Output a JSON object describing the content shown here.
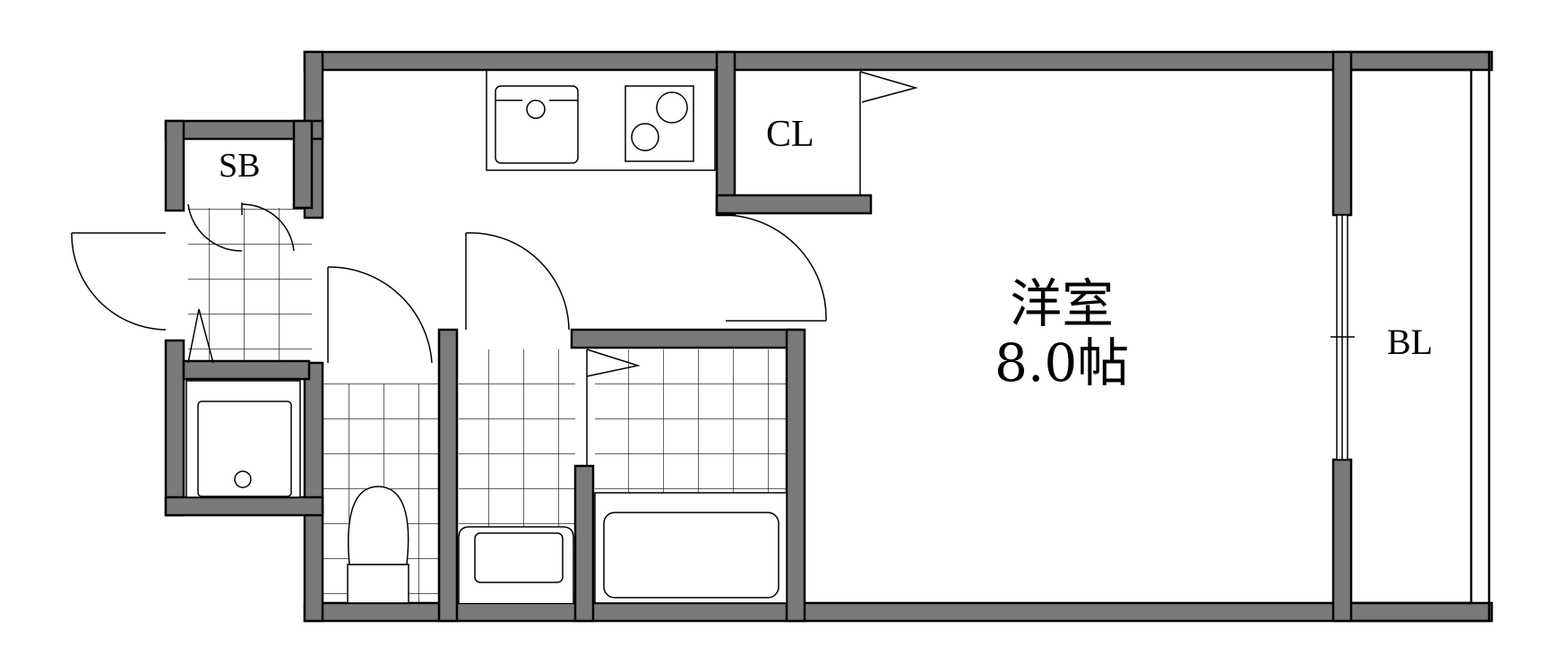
{
  "floorplan": {
    "labels": {
      "shoe_box": "SB",
      "closet": "CL",
      "balcony": "BL",
      "western_room": "洋室",
      "room_size": "8.0帖"
    }
  }
}
